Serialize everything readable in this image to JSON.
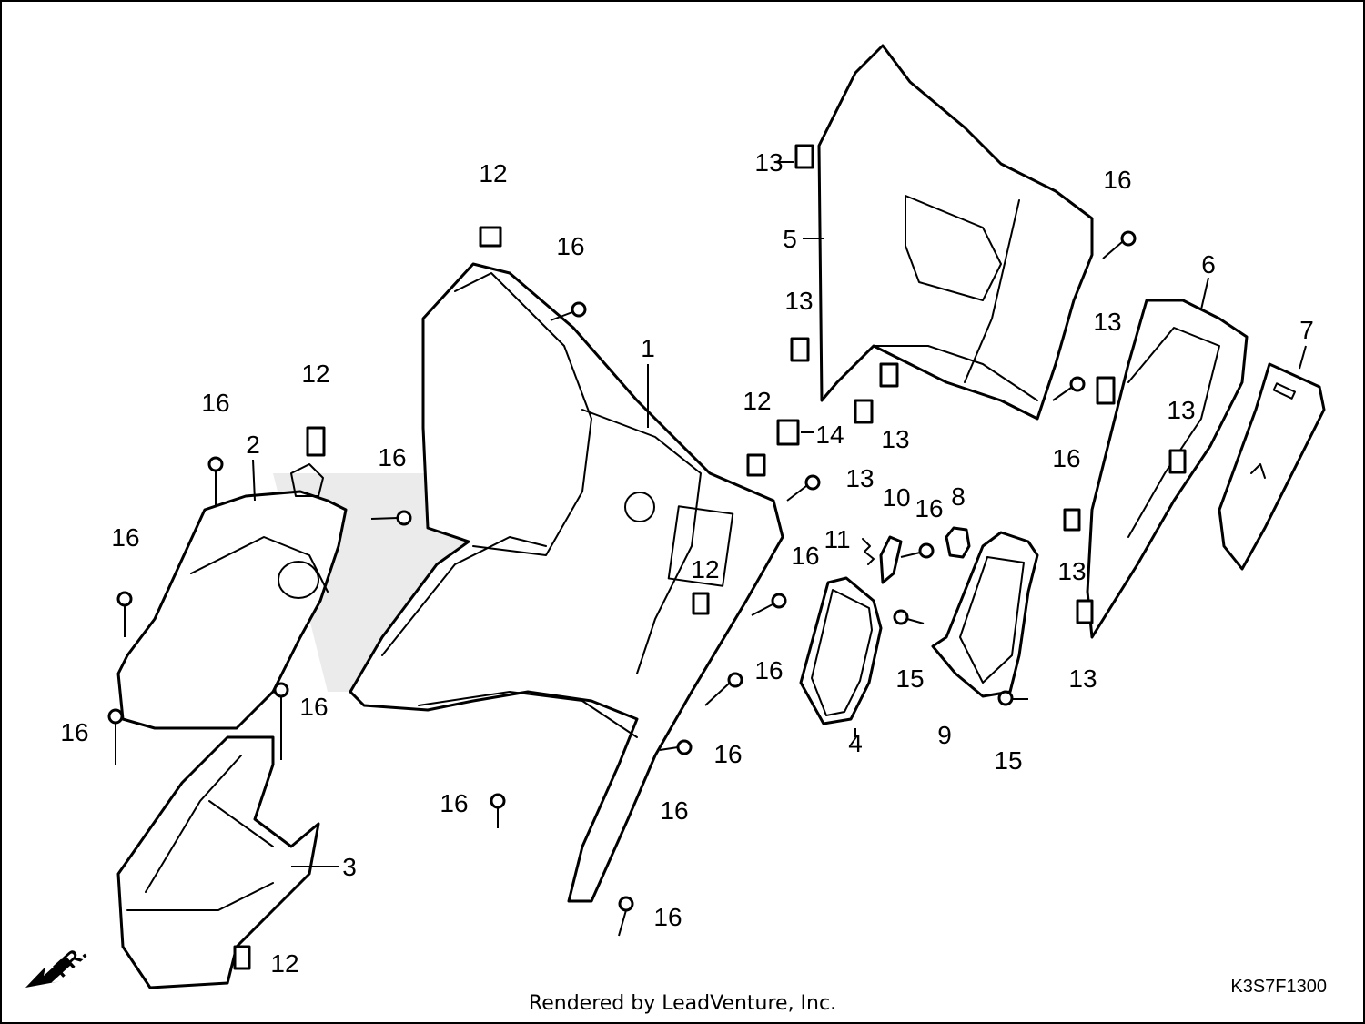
{
  "diagram": {
    "callouts": [
      "1",
      "2",
      "3",
      "4",
      "5",
      "6",
      "7",
      "8",
      "9",
      "10",
      "11",
      "12",
      "13",
      "14",
      "15",
      "16"
    ],
    "callout_positions": [],
    "direction_label": "FR.",
    "diagram_code": "K3S7F1300",
    "footer_text": "Rendered by LeadVenture, Inc."
  }
}
